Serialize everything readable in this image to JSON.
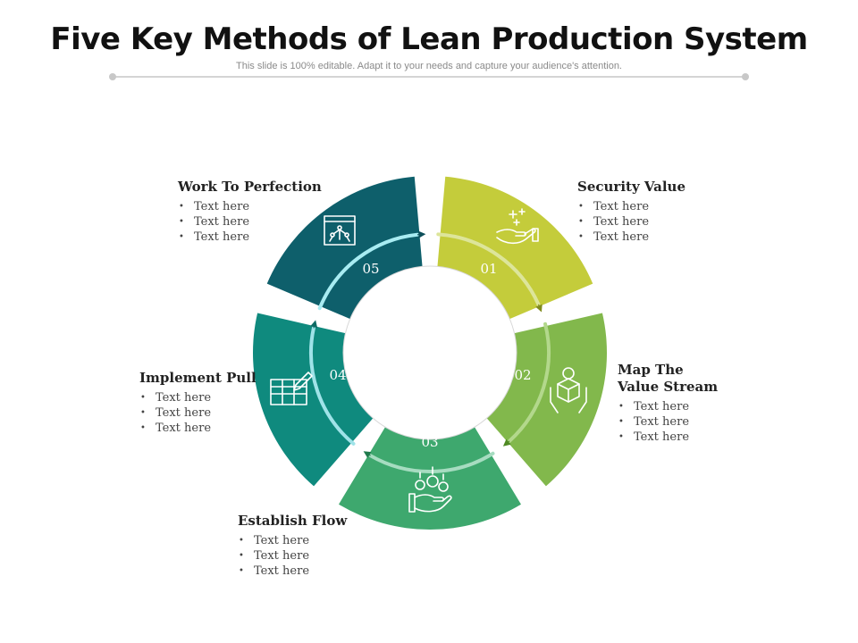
{
  "header": {
    "title": "Five Key Methods of Lean Production System",
    "subtitle": "This slide is 100% editable. Adapt it to your needs and capture your audience's attention."
  },
  "segments": [
    {
      "number": "01",
      "title": "Security Value",
      "bullets": [
        "Text here",
        "Text here",
        "Text here"
      ],
      "color": "#c4cc3b",
      "icon": "hand-sparkles-icon"
    },
    {
      "number": "02",
      "title": "Map The Value Stream",
      "title_line1": "Map The",
      "title_line2": "Value Stream",
      "bullets": [
        "Text here",
        "Text here",
        "Text here"
      ],
      "color": "#82b84c",
      "icon": "box-hands-icon"
    },
    {
      "number": "03",
      "title": "Establish Flow",
      "bullets": [
        "Text here",
        "Text here",
        "Text here"
      ],
      "color": "#3ea86e",
      "icon": "hand-coins-icon"
    },
    {
      "number": "04",
      "title": "Implement Pull",
      "bullets": [
        "Text here",
        "Text here",
        "Text here"
      ],
      "color": "#0f8a7e",
      "icon": "board-pencil-icon"
    },
    {
      "number": "05",
      "title": "Work To Perfection",
      "bullets": [
        "Text here",
        "Text here",
        "Text here"
      ],
      "color": "#0e5f6b",
      "icon": "network-board-icon"
    }
  ]
}
